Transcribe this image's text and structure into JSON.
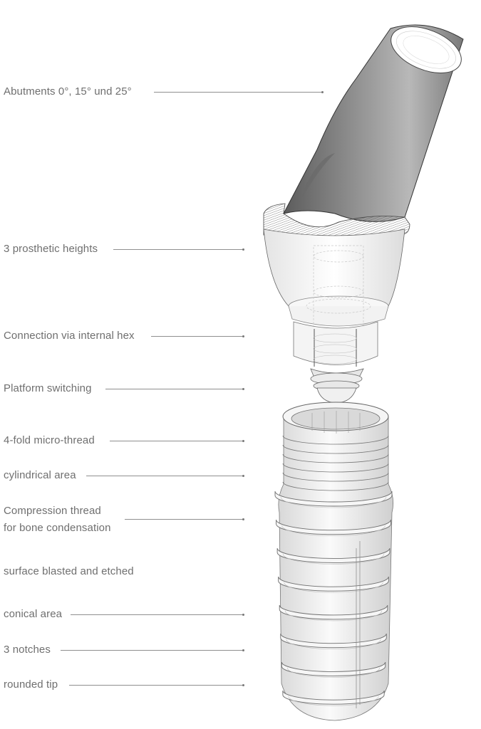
{
  "diagram": {
    "subject": "Dental implant with angled abutment (exploded view)",
    "labels": [
      {
        "id": "abutments",
        "text": "Abutments 0°, 15° und 25°"
      },
      {
        "id": "prosthetic-heights",
        "text": "3 prosthetic heights"
      },
      {
        "id": "internal-hex",
        "text": "Connection via internal hex"
      },
      {
        "id": "platform-switching",
        "text": "Platform switching"
      },
      {
        "id": "micro-thread",
        "text": "4-fold micro-thread"
      },
      {
        "id": "cylindrical-area",
        "text": "cylindrical area"
      },
      {
        "id": "compression-thread",
        "text": "Compression thread for bone condensation",
        "lines": [
          "Compression thread",
          "for bone condensation"
        ]
      },
      {
        "id": "surface",
        "text": "surface blasted and etched"
      },
      {
        "id": "conical-area",
        "text": "conical area"
      },
      {
        "id": "notches",
        "text": "3 notches"
      },
      {
        "id": "rounded-tip",
        "text": "rounded tip"
      }
    ],
    "colors": {
      "label_text": "#6f6f6f",
      "leader_line": "#8f8f8f",
      "outline": "#555555",
      "abutment_fill": "#9a9a9a",
      "implant_fill": "#f2f2f2"
    }
  }
}
